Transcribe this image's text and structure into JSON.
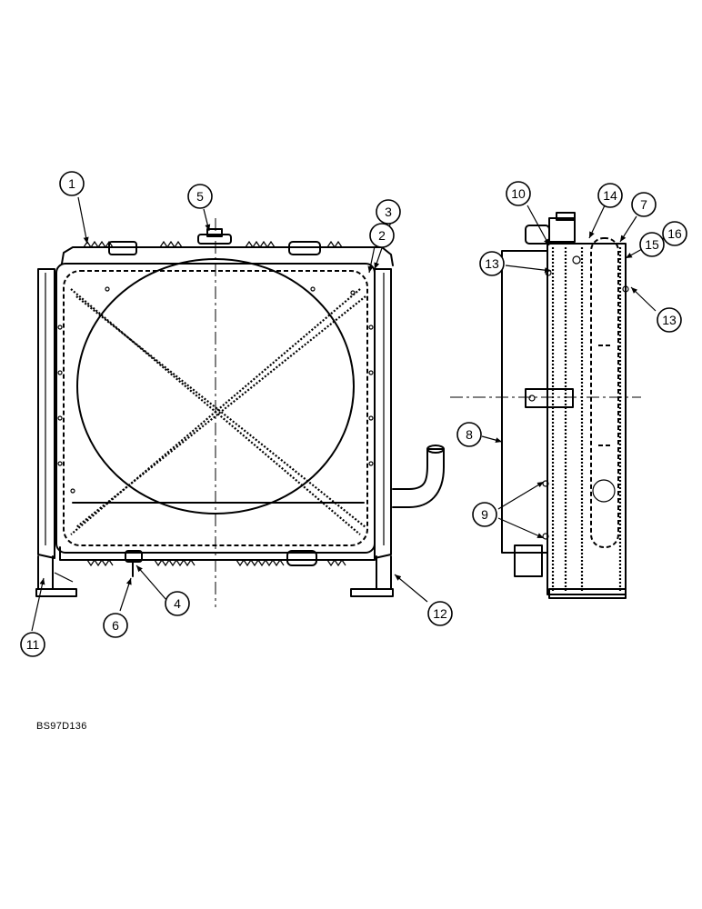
{
  "callouts": {
    "c1": "1",
    "c2": "2",
    "c3": "3",
    "c4": "4",
    "c5": "5",
    "c6": "6",
    "c7": "7",
    "c8": "8",
    "c9": "9",
    "c10": "10",
    "c11": "11",
    "c12": "12",
    "c13a": "13",
    "c13b": "13",
    "c14": "14",
    "c15": "15",
    "c16": "16"
  },
  "drawing_code": "BS97D136"
}
